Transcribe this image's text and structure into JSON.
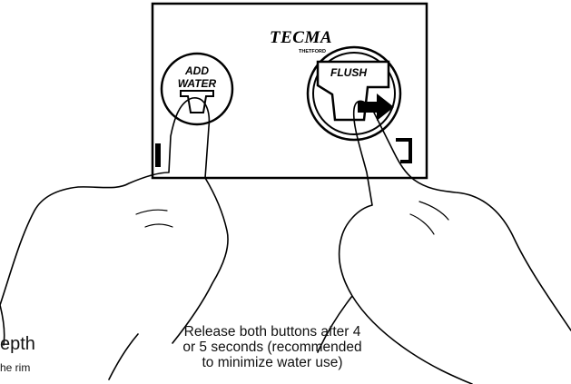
{
  "panel": {
    "brand": "TECMA",
    "brand_sub": "THETFORD",
    "buttons": [
      {
        "line1": "ADD",
        "line2": "WATER"
      },
      {
        "label": "FLUSH"
      }
    ]
  },
  "caption": {
    "line1": "Release both buttons after 4",
    "line2": "or 5 seconds (recommended",
    "line3": "to minimize water use)"
  },
  "side_text": {
    "title_fragment": "epth",
    "subtitle_fragment": "he rim"
  },
  "colors": {
    "ink": "#000000",
    "panel_fill": "#ffffff",
    "background": "#ffffff"
  },
  "icons": [
    "add-water-icon",
    "flush-arrow-icon",
    "hand-outline-icon"
  ]
}
